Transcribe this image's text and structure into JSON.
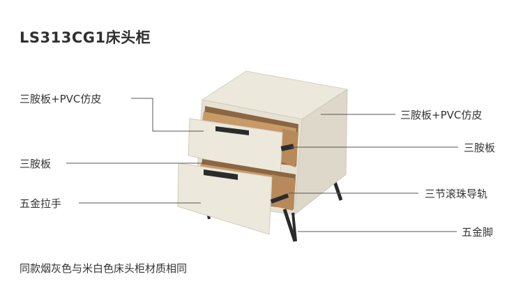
{
  "title": "LS313CG1床头柜",
  "labels": {
    "left_top": "三胺板+PVC仿皮",
    "left_mid": "三胺板",
    "left_bottom": "五金拉手",
    "right_top": "三胺板+PVC仿皮",
    "right_upper": "三胺板",
    "right_lower": "三节滚珠导轨",
    "right_bottom": "五金脚"
  },
  "footnote": "同款烟灰色与米白色床头柜材质相同",
  "colors": {
    "cabinet_top": "#ece8dc",
    "cabinet_side": "#ddd8ca",
    "cabinet_front": "#e6e1d3",
    "drawer_front": "#ece8db",
    "wood": "#c79a68",
    "wood_dark": "#a87b4c",
    "metal": "#2b2b2b",
    "leader_line": "#555555"
  }
}
